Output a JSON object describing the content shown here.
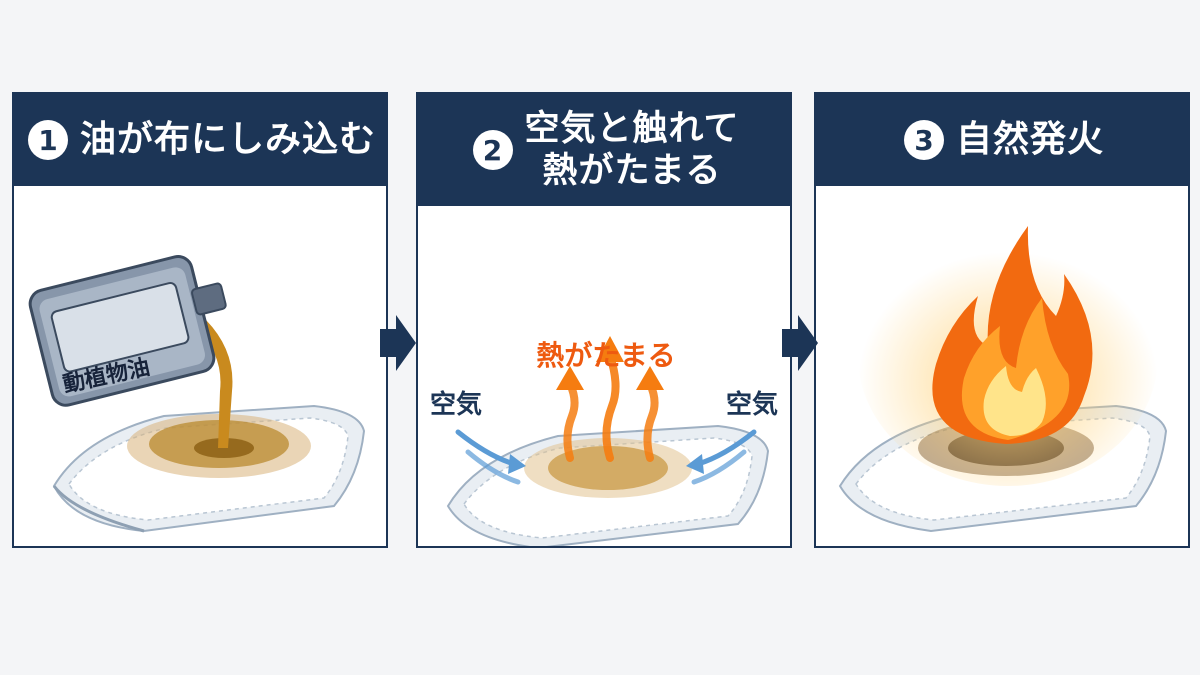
{
  "steps": [
    {
      "number": "1",
      "title": "油が布にしみ込む",
      "can_label": "動植物油"
    },
    {
      "number": "2",
      "title_line1": "空気と触れて",
      "title_line2": "熱がたまる",
      "heat_label": "熱がたまる",
      "air_left": "空気",
      "air_right": "空気"
    },
    {
      "number": "3",
      "title": "自然発火"
    }
  ],
  "colors": {
    "navy": "#1c3556",
    "oil": "#c98a1e",
    "heat": "#ee5a10",
    "air": "#5b9bd5",
    "flame": "#f57c10"
  },
  "icons": [
    "oil-can-icon",
    "cloth-icon",
    "heat-arrow-icon",
    "air-arrow-icon",
    "flame-icon",
    "step-arrow-icon"
  ]
}
